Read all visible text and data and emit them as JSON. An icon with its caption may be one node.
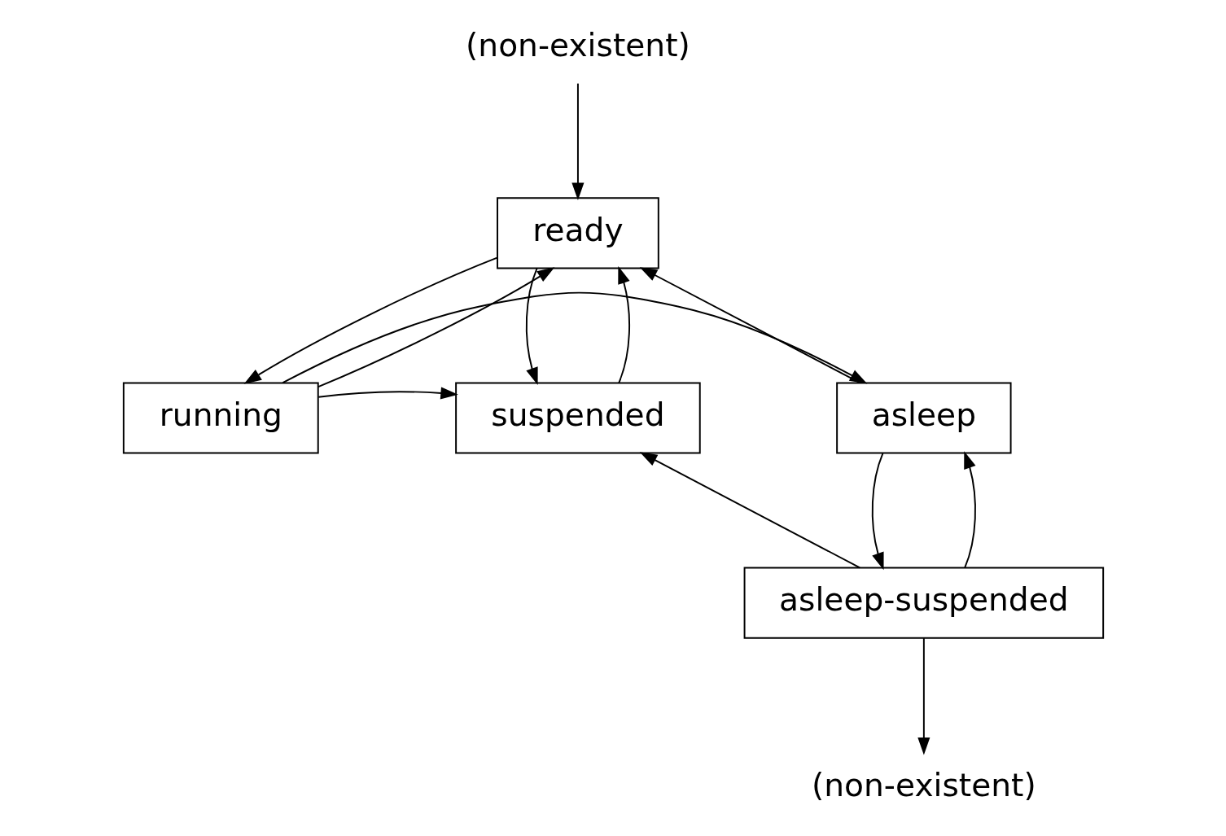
{
  "diagram": {
    "nodes": [
      {
        "text": [
          "(non-existent)"
        ]
      },
      {
        "text": [
          "ready"
        ]
      },
      {
        "text": [
          "asleep"
        ]
      },
      {
        "text": [
          "running"
        ]
      },
      {
        "text": [
          "suspended"
        ]
      },
      {
        "text": [
          "asleep-suspended"
        ]
      },
      {
        "text": [
          "(non-existent)"
        ]
      }
    ],
    "edges": [
      {
        "from": 0,
        "to": 1,
        "arrow": "to"
      },
      {
        "from": 2,
        "to": 1,
        "arrow": "to"
      },
      {
        "from": 1,
        "to": 3,
        "arrow": "to"
      },
      {
        "from": 3,
        "to": 1,
        "arrow": "to"
      },
      {
        "from": 1,
        "to": 4,
        "arrow": "to"
      },
      {
        "from": 4,
        "to": 1,
        "arrow": "to"
      },
      {
        "from": 3,
        "to": 2,
        "arrow": "to"
      },
      {
        "from": 3,
        "to": 4,
        "arrow": "to"
      },
      {
        "from": 2,
        "to": 5,
        "arrow": "to"
      },
      {
        "from": 5,
        "to": 2,
        "arrow": "to"
      },
      {
        "from": 5,
        "to": 4,
        "arrow": "to"
      },
      {
        "from": 5,
        "to": 6,
        "arrow": "to"
      }
    ]
  }
}
